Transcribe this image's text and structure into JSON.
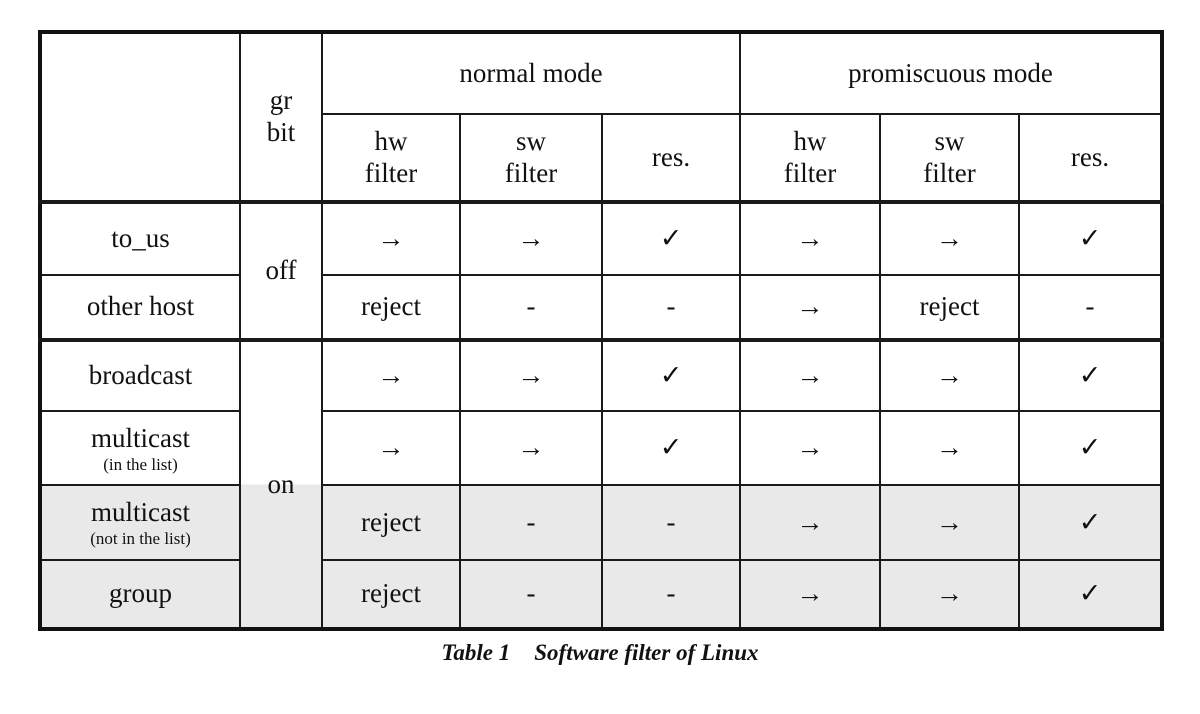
{
  "table": {
    "header": {
      "gr_bit": "gr\nbit",
      "normal_mode": "normal mode",
      "promiscuous_mode": "promiscuous mode",
      "nm_hw_filter": "hw\nfilter",
      "nm_sw_filter": "sw\nfilter",
      "nm_res": "res.",
      "pm_hw_filter": "hw\nfilter",
      "pm_sw_filter": "sw\nfilter",
      "pm_res": "res."
    },
    "gr_groups": [
      {
        "label": "off"
      },
      {
        "label": "on"
      }
    ],
    "rows": [
      {
        "label": "to_us",
        "sub": "",
        "cells": [
          "→",
          "→",
          "✓",
          "→",
          "→",
          "✓"
        ]
      },
      {
        "label": "other host",
        "sub": "",
        "cells": [
          "reject",
          "-",
          "-",
          "→",
          "reject",
          "-"
        ]
      },
      {
        "label": "broadcast",
        "sub": "",
        "cells": [
          "→",
          "→",
          "✓",
          "→",
          "→",
          "✓"
        ]
      },
      {
        "label": "multicast",
        "sub": "(in the list)",
        "cells": [
          "→",
          "→",
          "✓",
          "→",
          "→",
          "✓"
        ]
      },
      {
        "label": "multicast",
        "sub": "(not in the list)",
        "cells": [
          "reject",
          "-",
          "-",
          "→",
          "→",
          "✓"
        ]
      },
      {
        "label": "group",
        "sub": "",
        "cells": [
          "reject",
          "-",
          "-",
          "→",
          "→",
          "✓"
        ]
      }
    ],
    "caption": {
      "label": "Table 1",
      "title": "Software filter of Linux"
    },
    "colors": {
      "shaded_bg": "#e9e9e9",
      "border": "#111111"
    }
  }
}
